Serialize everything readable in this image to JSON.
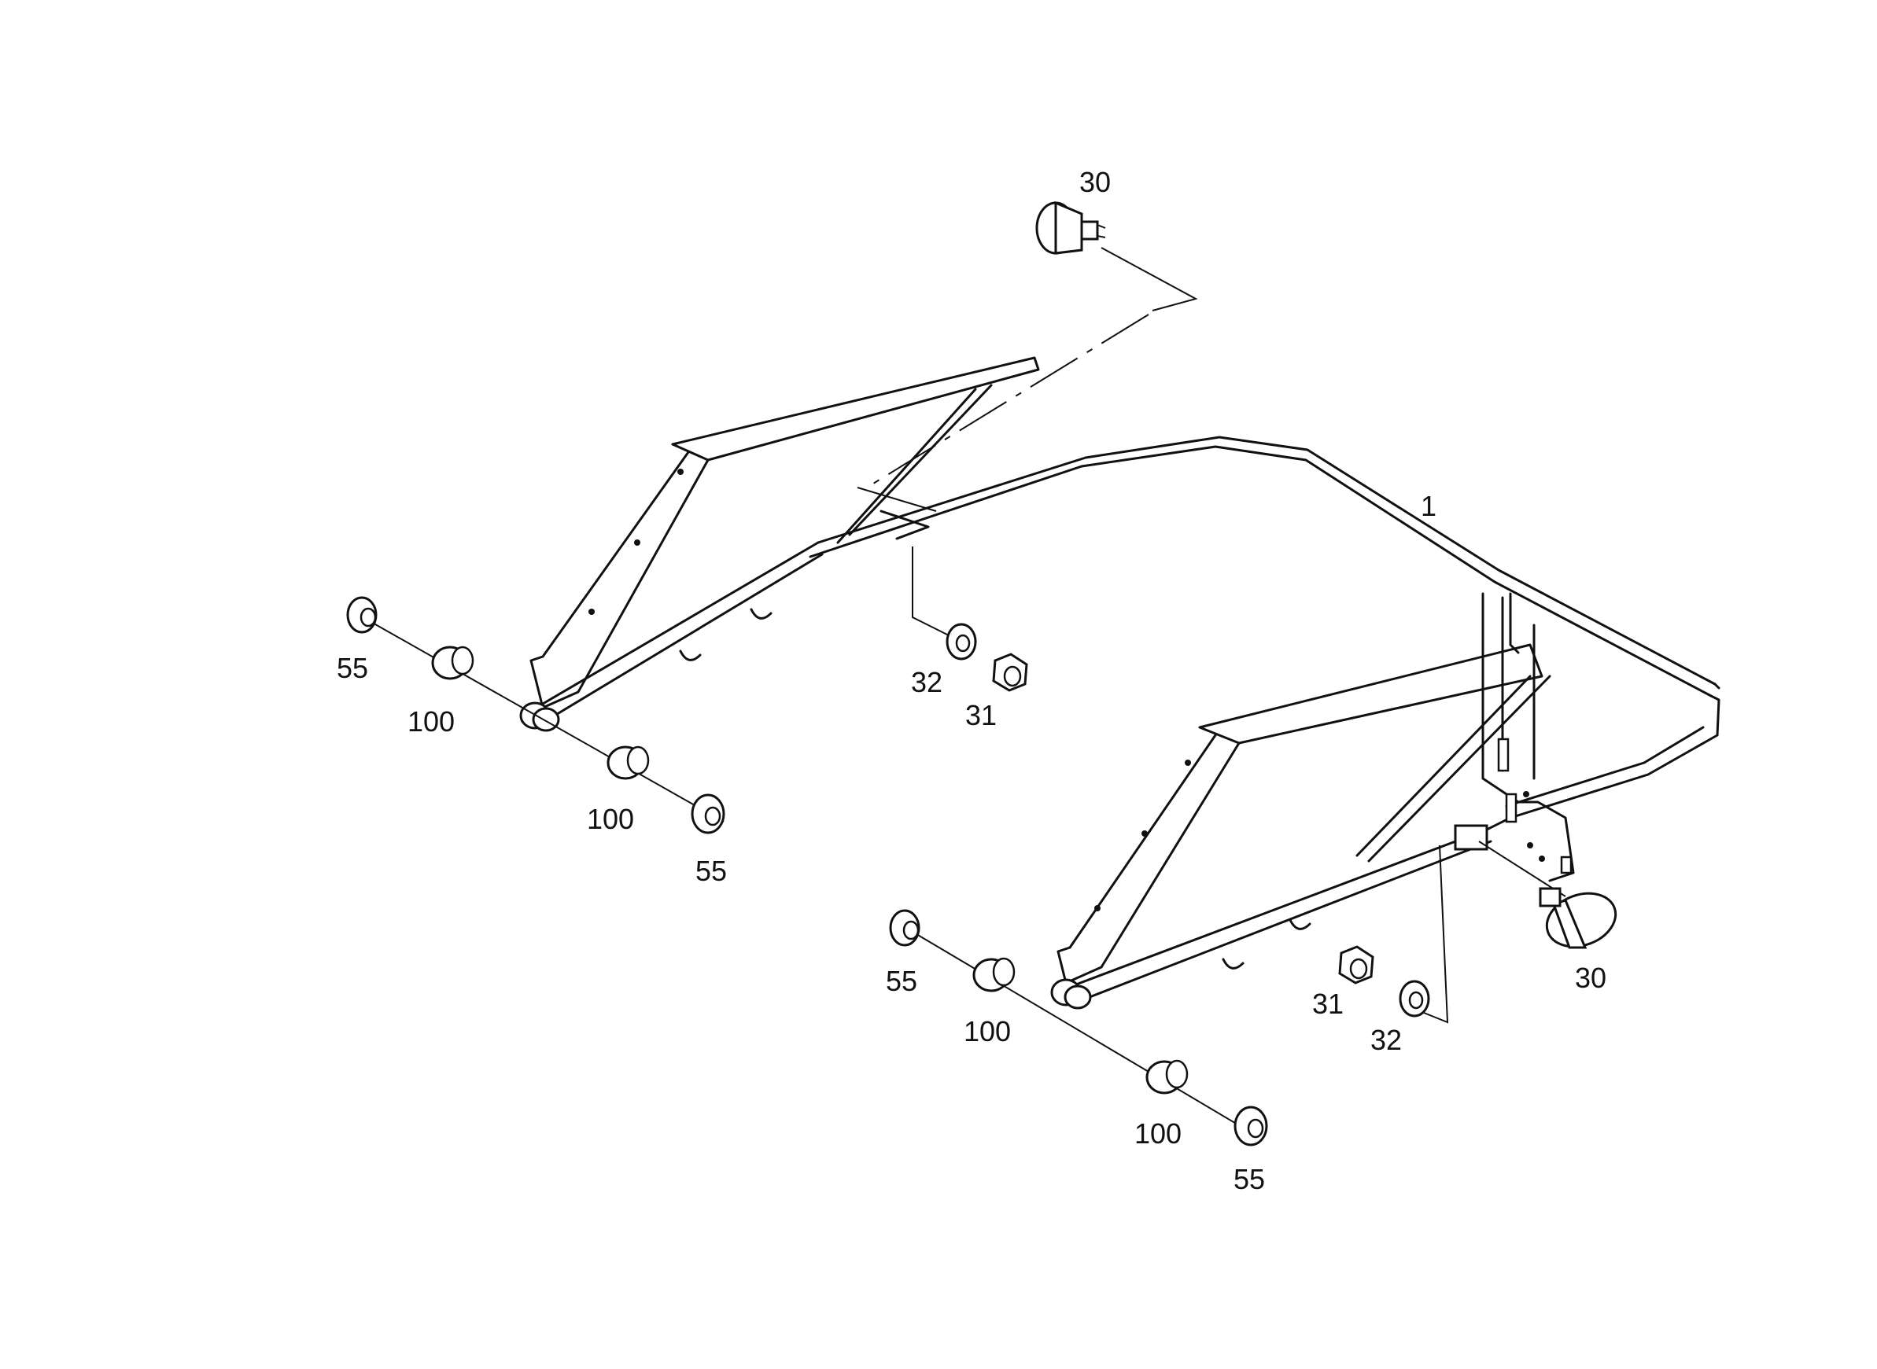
{
  "callouts": [
    {
      "id": "c30a",
      "text": "30"
    },
    {
      "id": "c1",
      "text": "1"
    },
    {
      "id": "c55a",
      "text": "55"
    },
    {
      "id": "c100a",
      "text": "100"
    },
    {
      "id": "c32a",
      "text": "32"
    },
    {
      "id": "c31a",
      "text": "31"
    },
    {
      "id": "c100b",
      "text": "100"
    },
    {
      "id": "c55b",
      "text": "55"
    },
    {
      "id": "c55c",
      "text": "55"
    },
    {
      "id": "c100c",
      "text": "100"
    },
    {
      "id": "c31b",
      "text": "31"
    },
    {
      "id": "c32b",
      "text": "32"
    },
    {
      "id": "c30b",
      "text": "30"
    },
    {
      "id": "c100d",
      "text": "100"
    },
    {
      "id": "c55d",
      "text": "55"
    }
  ]
}
